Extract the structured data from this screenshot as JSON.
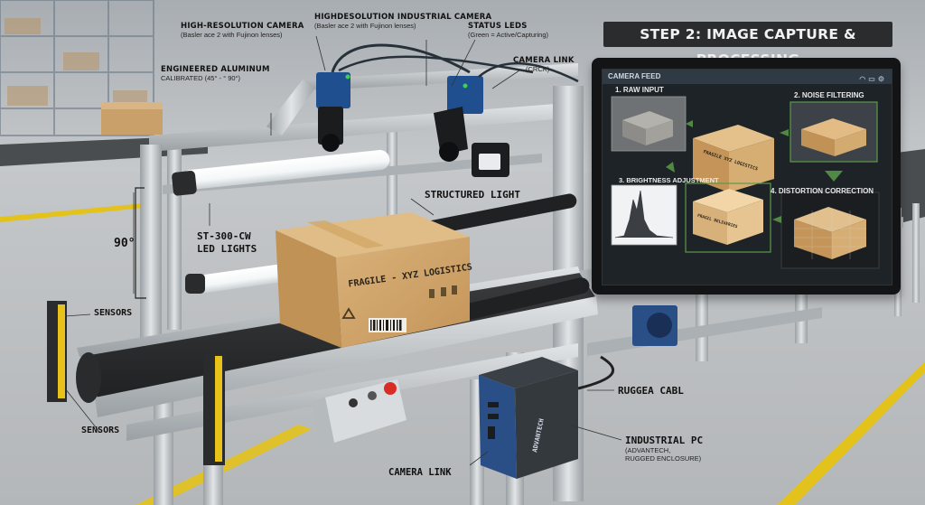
{
  "title": "STEP 2: IMAGE CAPTURE & PROCESSING",
  "callouts": {
    "camera_left_title": "HIGH-RESOLUTION CAMERA",
    "camera_left_sub": "(Basler ace 2 with Fujinon lenses)",
    "camera_right_title": "HIGHDESOLUTION INDUSTRIAL CAMERA",
    "camera_right_sub": "(Basler ace 2 with Fujinon lenses)",
    "status_leds_title": "STATUS LEDS",
    "status_leds_sub": "(Green = Active/Capturing)",
    "camera_link_top_title": "CAMERA LINK",
    "camera_link_top_sub": "(CRCK)",
    "aluminum_title": "ENGINEERED ALUMINUM",
    "aluminum_sub": "CALIBRATED (45° - ° 90°)",
    "angle": "90°",
    "led_lights_line1": "ST-300-CW",
    "led_lights_line2": "LED LIGHTS",
    "structured_light": "STRUCTURED LIGHT",
    "sensors_top": "SENSORS",
    "sensors_bottom": "SENSORS",
    "ruggea_cable": "RUGGEA CABL",
    "industrial_pc_title": "INDUSTRIAL PC",
    "industrial_pc_sub1": "(ADVANTECH,",
    "industrial_pc_sub2": "RUGGED ENCLOSURE)",
    "camera_link_bottom": "CAMERA LINK"
  },
  "box_text": {
    "fragile": "FRAGILE - XYZ LOGISTICS"
  },
  "pc_brand": "ADVANTECH",
  "monitor": {
    "header": "CAMERA FEED",
    "panels": [
      {
        "label": "1. RAW INPUT"
      },
      {
        "label": "2. NOISE FILTERING"
      },
      {
        "label": "3. BRIGHTNESS ADJUSTMENT"
      },
      {
        "label": "4. DISTORTION CORRECTION"
      }
    ],
    "center_box_text": "FRAGILE XYZ LOGISTICS",
    "small_box_text": "FRAGIL DELIVERIES"
  },
  "colors": {
    "title_bg": "#2a2c2e",
    "cardboard": "#c9a36b",
    "aluminum": "#c8cccf",
    "led_status": "#39d353",
    "sensor_yellow": "#e8c21a",
    "camera_blue": "#1f4f8f",
    "floor_line": "#e3c21c",
    "panel_green": "#5a9a4a"
  },
  "icons": [
    "camera-icon",
    "led-bar-icon",
    "sensor-icon",
    "wifi-icon",
    "monitor-icon",
    "settings-icon",
    "recycle-icon",
    "barcode-icon",
    "stop-button-icon"
  ]
}
